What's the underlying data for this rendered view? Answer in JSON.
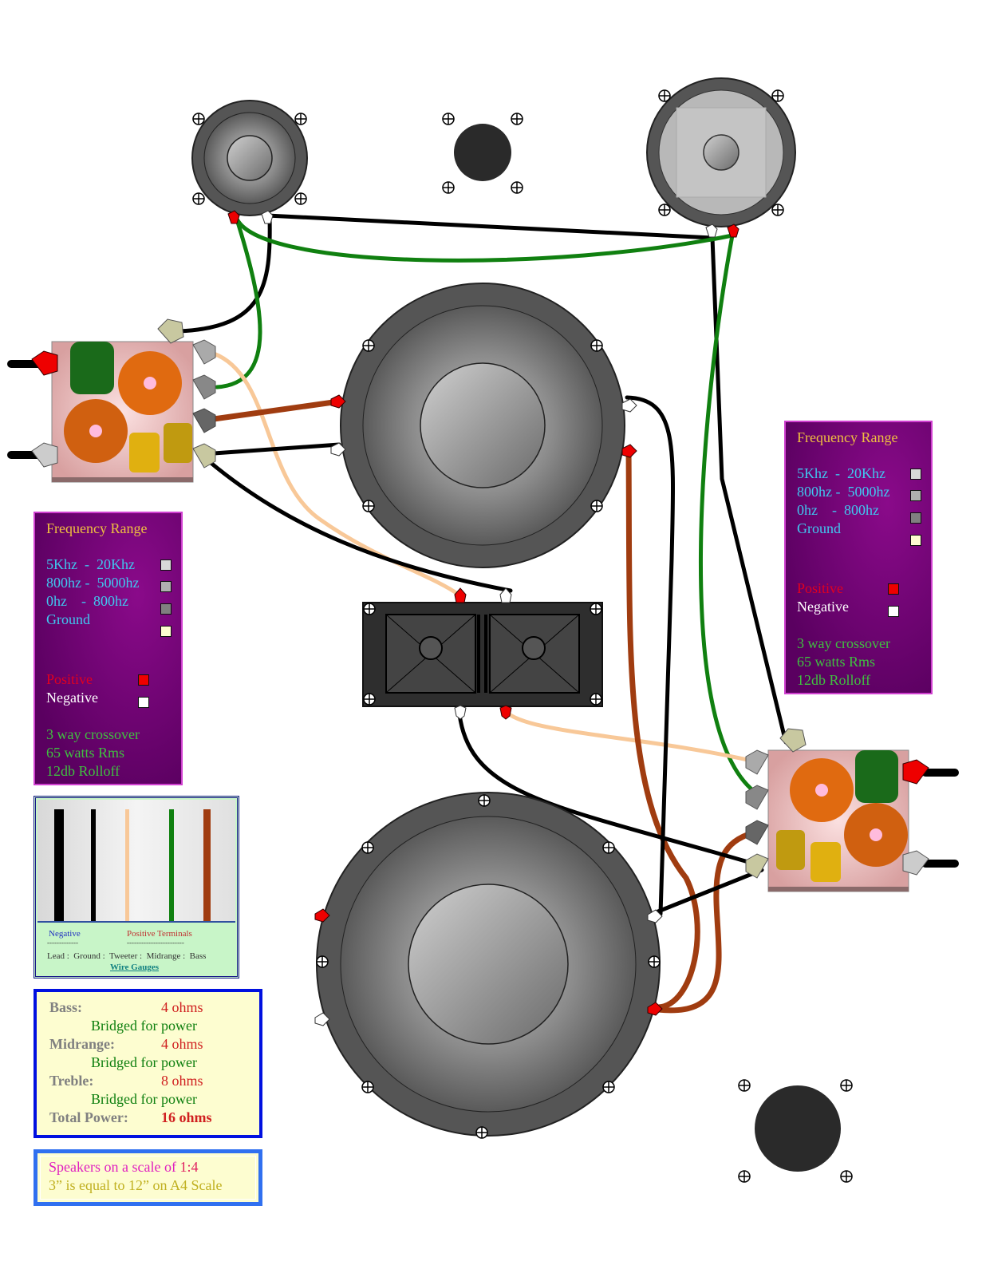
{
  "colors": {
    "tweeter_wire": "#f8c898",
    "midrange_wire": "#108010",
    "bass_wire": "#a03c10",
    "negative_wire": "#000000",
    "positive_terminal": "#e00000",
    "negative_terminal": "#ffffff",
    "crossover_body": "#e8b4b4"
  },
  "legend_left": {
    "title": "Frequency Range",
    "ranges": [
      {
        "label": "5Khz  -  20Khz",
        "swatch": "#d8d8d8"
      },
      {
        "label": "800hz -  5000hz",
        "swatch": "#b0b0b0"
      },
      {
        "label": "0hz    -  800hz",
        "swatch": "#808080"
      },
      {
        "label": "Ground",
        "swatch": "#fdfdd0"
      }
    ],
    "positive": "Positive",
    "negative": "Negative",
    "specs": [
      "3 way crossover",
      "65 watts Rms",
      "12db Rolloff"
    ]
  },
  "legend_right": {
    "title": "Frequency Range",
    "ranges": [
      {
        "label": "5Khz  -  20Khz",
        "swatch": "#d8d8d8"
      },
      {
        "label": "800hz -  5000hz",
        "swatch": "#b0b0b0"
      },
      {
        "label": "0hz    -  800hz",
        "swatch": "#808080"
      },
      {
        "label": "Ground",
        "swatch": "#fdfdd0"
      }
    ],
    "positive": "Positive",
    "negative": "Negative",
    "specs": [
      "3 way crossover",
      "65 watts Rms",
      "12db Rolloff"
    ]
  },
  "wire_gauges": {
    "negative": "Negative",
    "positive": "Positive Terminals",
    "dash1": "-------------",
    "dash2": "------------------------",
    "labels": "Lead :  Ground :  Tweeter :  Midrange :  Bass",
    "link": "Wire Gauges"
  },
  "impedance": {
    "rows": [
      {
        "label": "Bass:",
        "value": "4 ohms",
        "note": "Bridged for power"
      },
      {
        "label": "Midrange:",
        "value": "4 ohms",
        "note": "Bridged for power"
      },
      {
        "label": "Treble:",
        "value": "8 ohms",
        "note": "Bridged for power"
      }
    ],
    "total_label": "Total Power:",
    "total_value": "16 ohms"
  },
  "scale": {
    "line1_prefix": "Speakers on a scale of ",
    "line1_value": "1:4",
    "line2": "3” is equal to 12” on A4 Scale"
  }
}
